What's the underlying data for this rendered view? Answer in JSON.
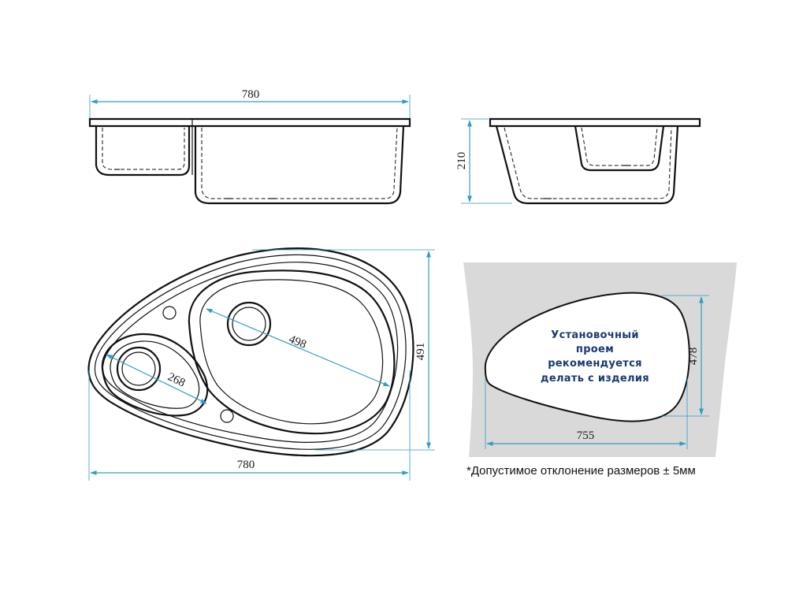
{
  "dimensions": {
    "front_width": "780",
    "side_height": "210",
    "top_width": "780",
    "top_height": "491",
    "large_bowl": "498",
    "small_bowl": "268",
    "cutout_width": "755",
    "cutout_height": "478"
  },
  "cutout_note": {
    "line1": "Установочный",
    "line2": "проем",
    "line3": "рекомендуется",
    "line4": "делать с изделия"
  },
  "tolerance_note": "*Допустимое отклонение размеров  ± 5мм",
  "colors": {
    "dimension_line": "#2e9ec4",
    "outline": "#111111",
    "countertop_fill": "#d9d9d9",
    "note_text": "#1a3a6e"
  }
}
